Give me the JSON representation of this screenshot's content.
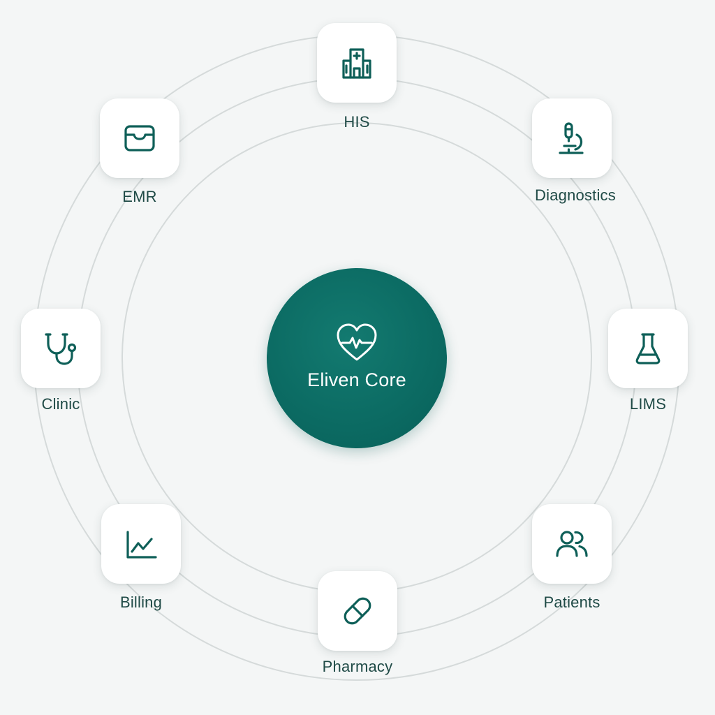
{
  "core": {
    "label": "Eliven Core",
    "icon": "heart-pulse-icon"
  },
  "nodes": [
    {
      "id": "his",
      "label": "HIS",
      "icon": "hospital-icon"
    },
    {
      "id": "diagnostics",
      "label": "Diagnostics",
      "icon": "microscope-icon"
    },
    {
      "id": "lims",
      "label": "LIMS",
      "icon": "flask-icon"
    },
    {
      "id": "patients",
      "label": "Patients",
      "icon": "users-icon"
    },
    {
      "id": "pharmacy",
      "label": "Pharmacy",
      "icon": "pill-icon"
    },
    {
      "id": "billing",
      "label": "Billing",
      "icon": "line-chart-icon"
    },
    {
      "id": "clinic",
      "label": "Clinic",
      "icon": "stethoscope-icon"
    },
    {
      "id": "emr",
      "label": "EMR",
      "icon": "record-tray-icon"
    }
  ],
  "colors": {
    "accent": "#0b6a62",
    "icon": "#0e5f58",
    "label": "#1f4a46",
    "ring": "#d5dada",
    "background": "#f4f6f6"
  }
}
